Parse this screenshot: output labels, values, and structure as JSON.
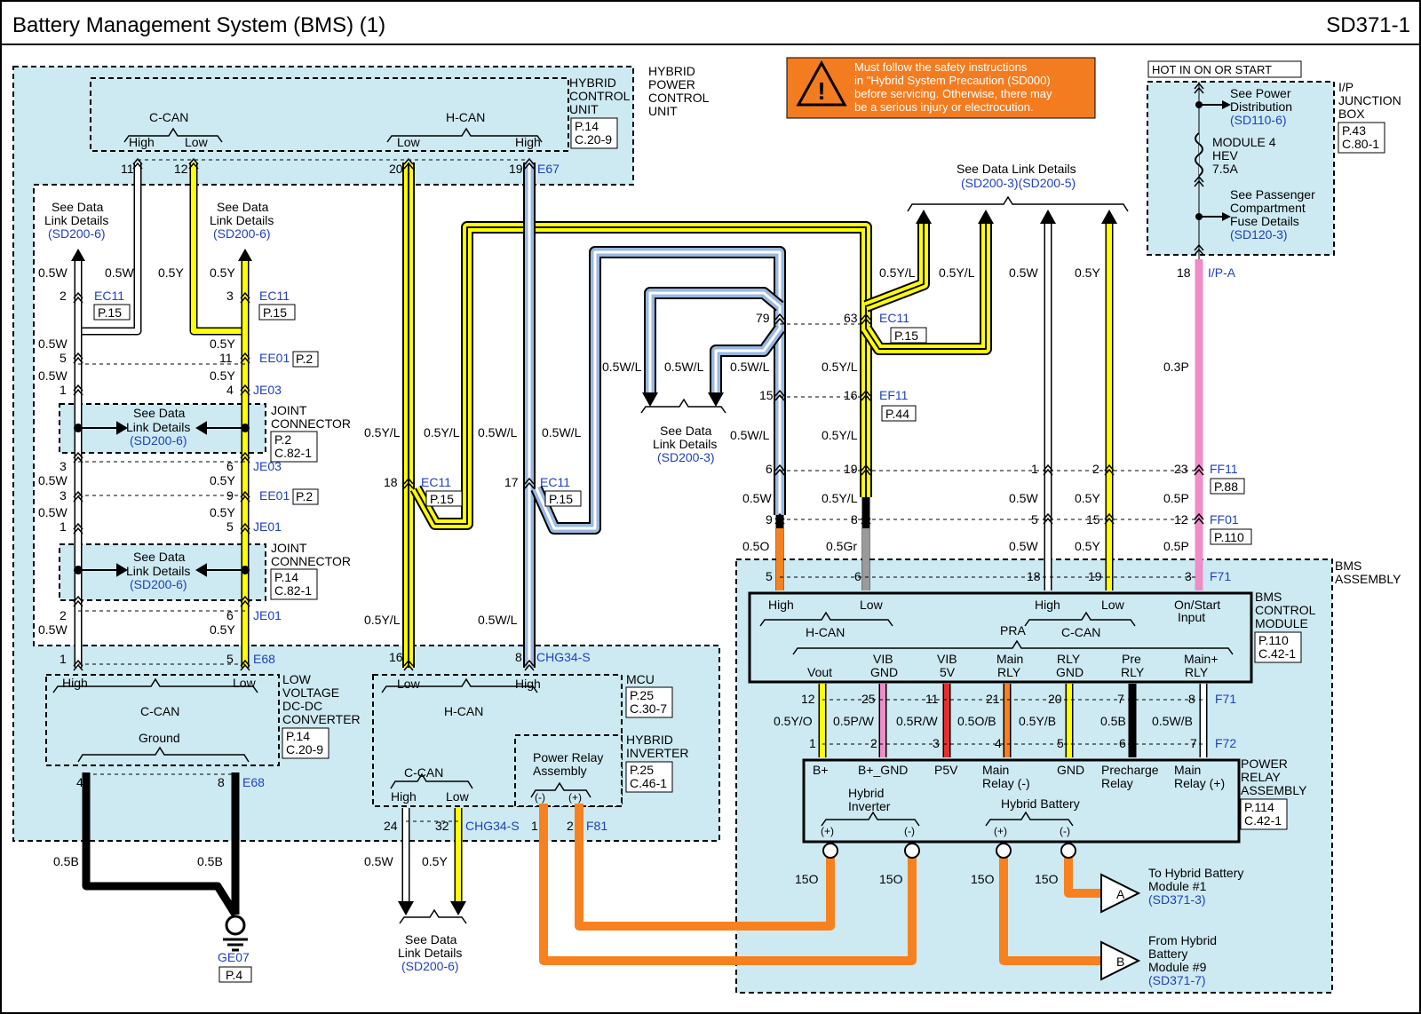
{
  "header": {
    "title": "Battery Management System (BMS) (1)",
    "page_id": "SD371-1"
  },
  "warning": {
    "lines": [
      "Must follow the safety instructions",
      "in \"Hybrid System Precaution (SD000)",
      "before servicing. Otherwise, there may",
      "be a serious injury or electrocution."
    ],
    "color": "#f47c20"
  },
  "hot_label": "HOT IN ON OR START",
  "colors": {
    "panel": "#cdeaf2",
    "yellow": "#ffff00",
    "blue_stripe": "#9ab8e0",
    "pink": "#f08cc8",
    "orange": "#f7811f",
    "red": "#e62e2e",
    "gray": "#9a9a9a",
    "black": "#000000",
    "link_blue": "#1f3fbf"
  },
  "modules": {
    "hpcu": {
      "name": [
        "HYBRID",
        "POWER",
        "CONTROL",
        "UNIT"
      ],
      "inner": [
        "HYBRID",
        "CONTROL",
        "UNIT"
      ],
      "ref": [
        "P.14",
        "C.20-9"
      ],
      "ccan": "C-CAN",
      "hcan": "H-CAN",
      "high": "High",
      "low": "Low"
    },
    "ipjb": {
      "name": [
        "I/P",
        "JUNCTION",
        "BOX"
      ],
      "ref": [
        "P.43",
        "C.80-1"
      ],
      "see_power": [
        "See Power",
        "Distribution"
      ],
      "see_power_ref": "(SD110-6)",
      "fuse": [
        "MODULE 4",
        "HEV",
        "7.5A"
      ],
      "see_pass": [
        "See Passenger",
        "Compartment",
        "Fuse Details"
      ],
      "see_pass_ref": "(SD120-3)"
    },
    "joint1": {
      "name": [
        "JOINT",
        "CONNECTOR"
      ],
      "ref": [
        "P.2",
        "C.82-1"
      ]
    },
    "joint2": {
      "name": [
        "JOINT",
        "CONNECTOR"
      ],
      "ref": [
        "P.14",
        "C.82-1"
      ]
    },
    "ldc": {
      "name": [
        "LOW",
        "VOLTAGE",
        "DC-DC",
        "CONVERTER"
      ],
      "ref": [
        "P.14",
        "C.20-9"
      ],
      "ccan": "C-CAN",
      "ground": "Ground"
    },
    "mcu": {
      "name": "MCU",
      "ref": [
        "P.25",
        "C.30-7"
      ],
      "hcan": "H-CAN",
      "ccan": "C-CAN"
    },
    "inverter": {
      "name": [
        "HYBRID",
        "INVERTER"
      ],
      "ref": [
        "P.25",
        "C.46-1"
      ],
      "pra": [
        "Power Relay",
        "Assembly"
      ]
    },
    "bms": {
      "name": [
        "BMS",
        "ASSEMBLY"
      ]
    },
    "bms_ctrl": {
      "name": [
        "BMS",
        "CONTROL",
        "MODULE"
      ],
      "ref": [
        "P.110",
        "C.42-1"
      ],
      "hcan": "H-CAN",
      "ccan": "C-CAN",
      "pra": "PRA",
      "onstart": [
        "On/Start",
        "Input"
      ],
      "bottom": [
        [
          "Vout"
        ],
        [
          "VIB",
          "GND"
        ],
        [
          "VIB",
          "5V"
        ],
        [
          "Main",
          "RLY"
        ],
        [
          "RLY",
          "GND"
        ],
        [
          "Pre",
          "RLY"
        ],
        [
          "Main+",
          "RLY"
        ]
      ]
    },
    "pra": {
      "name": [
        "POWER",
        "RELAY",
        "ASSEMBLY"
      ],
      "ref": [
        "P.114",
        "C.42-1"
      ],
      "top": [
        [
          "B+"
        ],
        [
          "B+_GND"
        ],
        [
          "P5V"
        ],
        [
          "Main",
          "Relay (-)"
        ],
        [
          "GND"
        ],
        [
          "Precharge",
          "Relay"
        ],
        [
          "Main",
          "Relay (+)"
        ]
      ],
      "hybrid_inverter": [
        "Hybrid",
        "Inverter"
      ],
      "hybrid_battery": "Hybrid Battery",
      "plus": "(+)",
      "minus": "(-)"
    }
  },
  "see_data": {
    "label": [
      "See Data",
      "Link Details"
    ],
    "sd200_6": "(SD200-6)",
    "sd200_3": "(SD200-3)",
    "sd200_35": "(SD200-3)(SD200-5)",
    "top_label": "See Data Link Details"
  },
  "connectors": {
    "E67": "E67",
    "EC11": "EC11",
    "EE01": "EE01",
    "JE03": "JE03",
    "JE01": "JE01",
    "E68": "E68",
    "CHG34S": "CHG34-S",
    "EF11": "EF11",
    "FF11": "FF11",
    "FF01": "FF01",
    "F71": "F71",
    "F72": "F72",
    "F81": "F81",
    "IPA": "I/P-A",
    "GE07": "GE07",
    "p15": "P.15",
    "p2": "P.2",
    "p44": "P.44",
    "p88": "P.88",
    "p110": "P.110",
    "p4": "P.4"
  },
  "wire_labels": {
    "w05W": "0.5W",
    "w05Y": "0.5Y",
    "w05YL": "0.5Y/L",
    "w05WL": "0.5W/L",
    "w03P": "0.3P",
    "w05P": "0.5P",
    "w05O": "0.5O",
    "w05Gr": "0.5Gr",
    "w05B": "0.5B",
    "w15O": "15O",
    "w05YO": "0.5Y/O",
    "w05PW": "0.5P/W",
    "w05RW": "0.5R/W",
    "w05OB": "0.5O/B",
    "w05YB": "0.5Y/B",
    "w05WB": "0.5W/B"
  },
  "battery": {
    "a": "A",
    "b": "B",
    "to_a": [
      "To Hybrid Battery",
      "Module #1"
    ],
    "to_a_ref": "(SD371-3)",
    "from_b": [
      "From Hybrid",
      "Battery",
      "Module #9"
    ],
    "from_b_ref": "(SD371-7)"
  }
}
